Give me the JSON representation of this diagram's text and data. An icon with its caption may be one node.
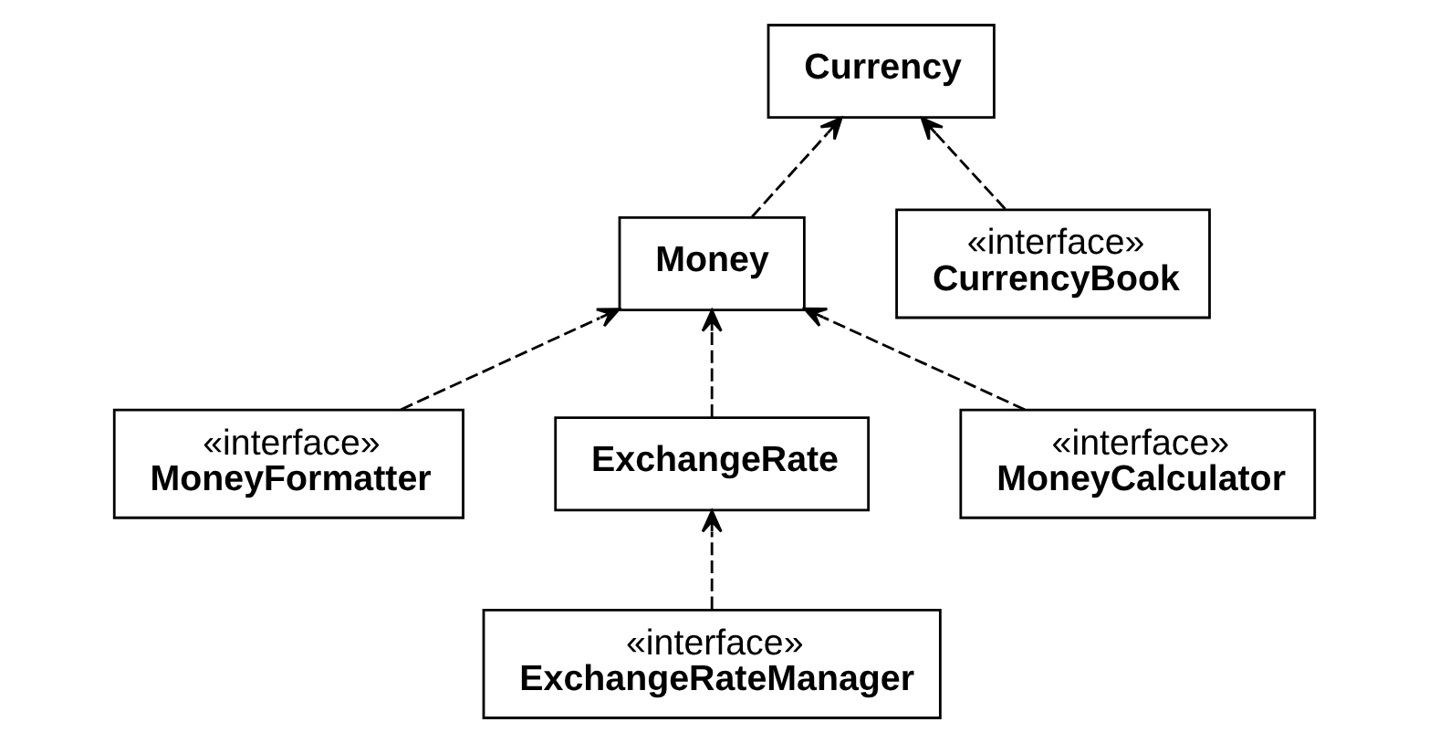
{
  "diagram": {
    "nodes": [
      {
        "text": [
          "Currency"
        ]
      },
      {
        "text": [
          "Money"
        ]
      },
      {
        "text": [
          "«interface»",
          "MoneyFormatter"
        ]
      },
      {
        "text": [
          "ExchangeRate"
        ]
      },
      {
        "text": [
          "«interface»",
          "CurrencyBook"
        ]
      },
      {
        "text": [
          "«interface»",
          "MoneyCalculator"
        ]
      },
      {
        "text": [
          "«interface»",
          "ExchangeRateManager"
        ]
      }
    ],
    "edges": [
      {
        "from": 1,
        "to": 0,
        "arrow": "to",
        "style": "dashed"
      },
      {
        "from": 2,
        "to": 1,
        "arrow": "to",
        "style": "dashed"
      },
      {
        "from": 5,
        "to": 1,
        "arrow": "to",
        "style": "dashed"
      },
      {
        "from": 3,
        "to": 1,
        "arrow": "to",
        "style": "dashed"
      },
      {
        "from": 4,
        "to": 0,
        "arrow": "to",
        "style": "dashed"
      },
      {
        "from": 6,
        "to": 3,
        "arrow": "to",
        "style": "dashed"
      }
    ]
  }
}
